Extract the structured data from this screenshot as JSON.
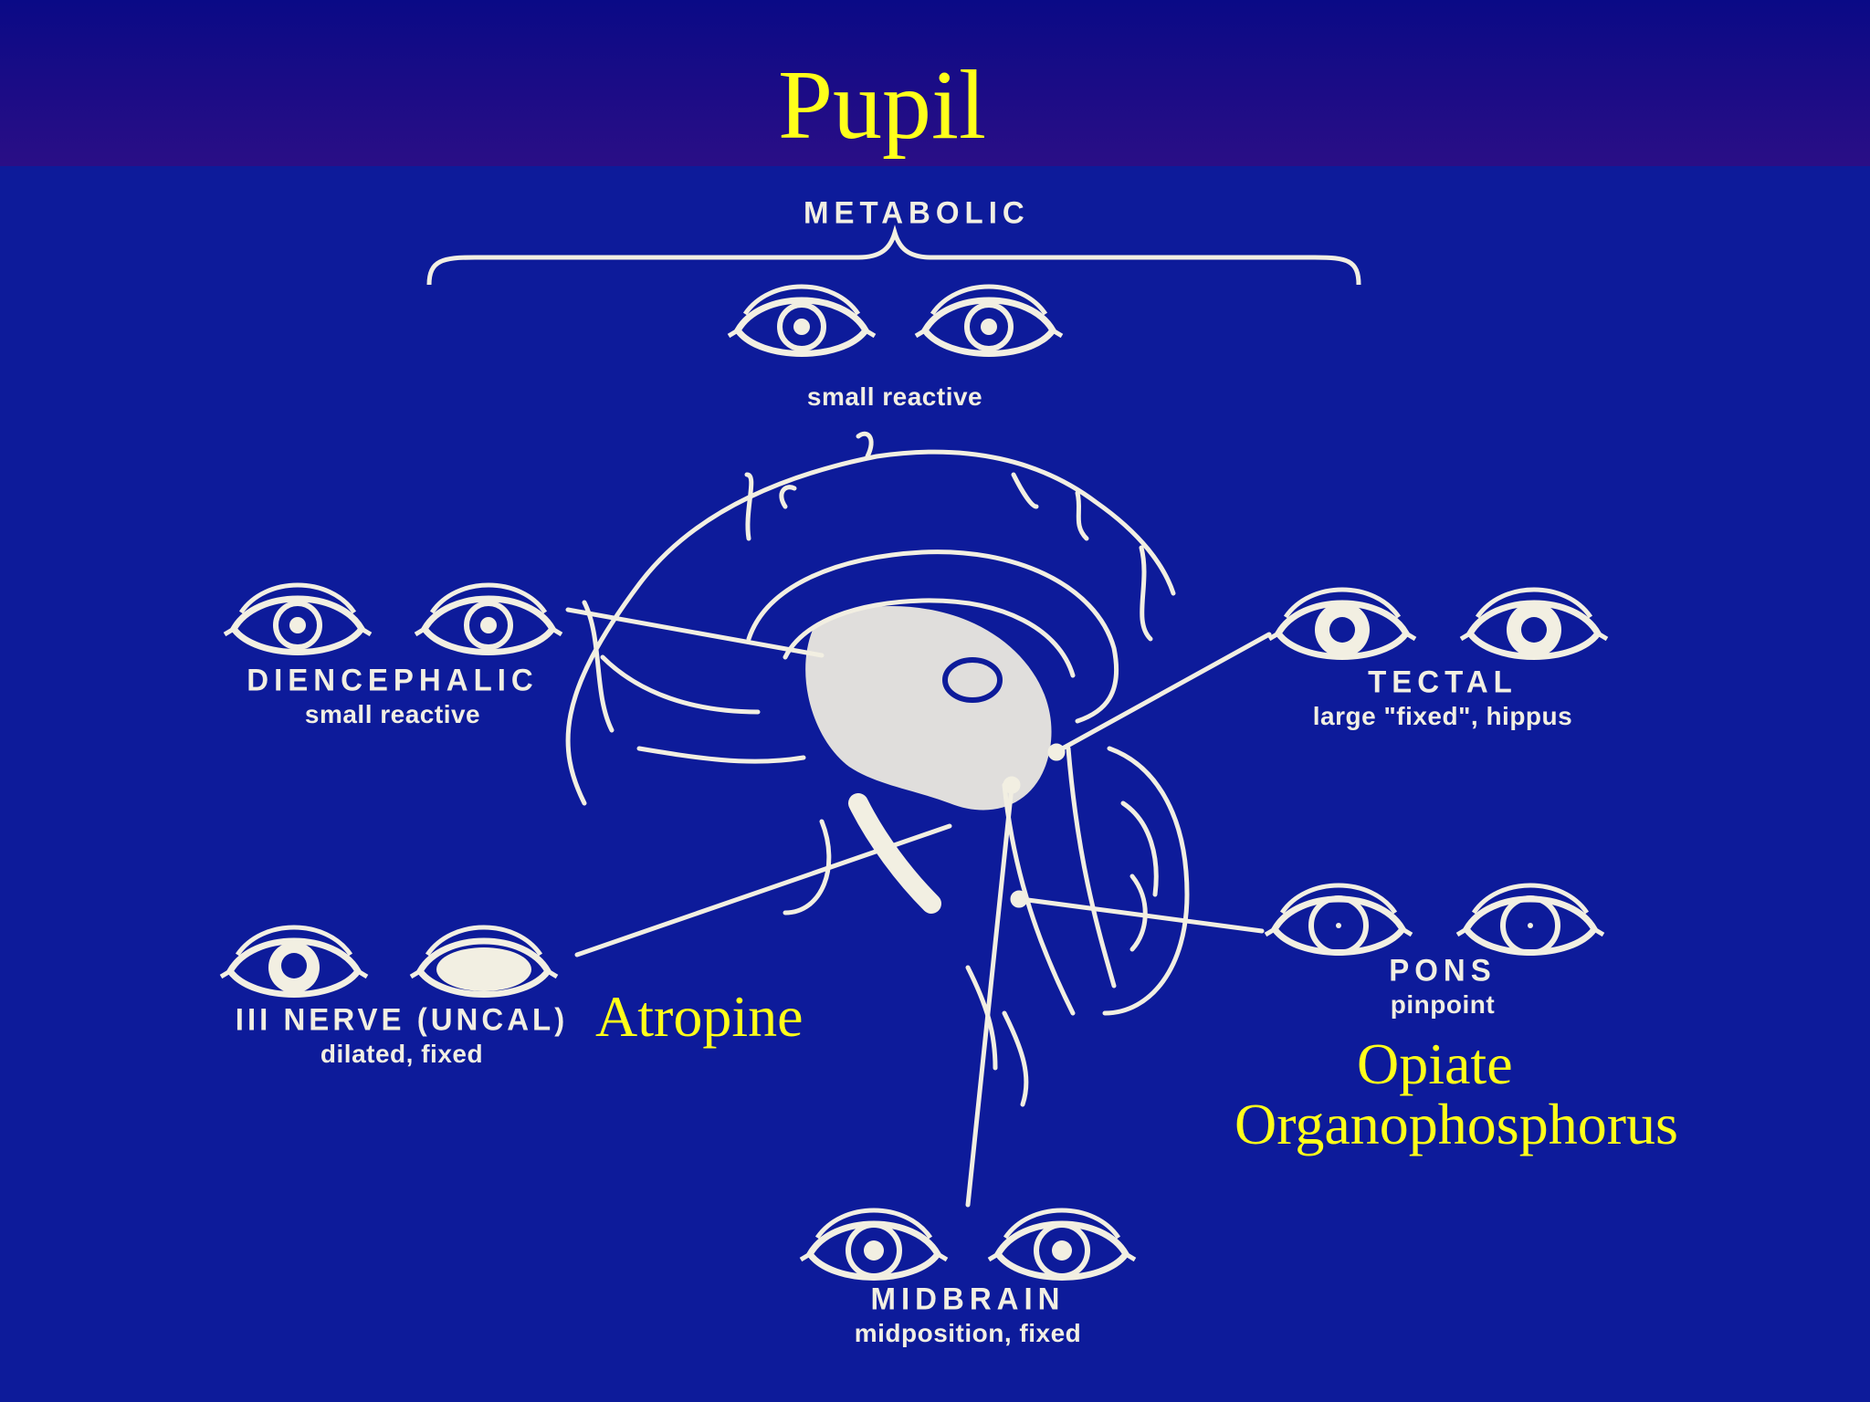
{
  "title": "Pupil",
  "groups": {
    "metabolic": {
      "name": "METABOLIC",
      "desc": "small reactive"
    },
    "diencephalic": {
      "name": "DIENCEPHALIC",
      "desc": "small reactive"
    },
    "tectal": {
      "name": "TECTAL",
      "desc": "large \"fixed\", hippus"
    },
    "third_nerve": {
      "name": "III NERVE (UNCAL)",
      "desc": "dilated, fixed"
    },
    "pons": {
      "name": "PONS",
      "desc": "pinpoint"
    },
    "midbrain": {
      "name": "MIDBRAIN",
      "desc": "midposition, fixed"
    }
  },
  "annotations": {
    "atropine": "Atropine",
    "opiate": "Opiate",
    "organophosphorus": "Organophosphorus"
  },
  "colors": {
    "background": "#0d1b9a",
    "header": "#2a0e86",
    "title": "#ffff1a",
    "line_art": "#f2efe2"
  },
  "icons": [
    "eye-icon",
    "brain-sagittal-illustration",
    "brace"
  ]
}
